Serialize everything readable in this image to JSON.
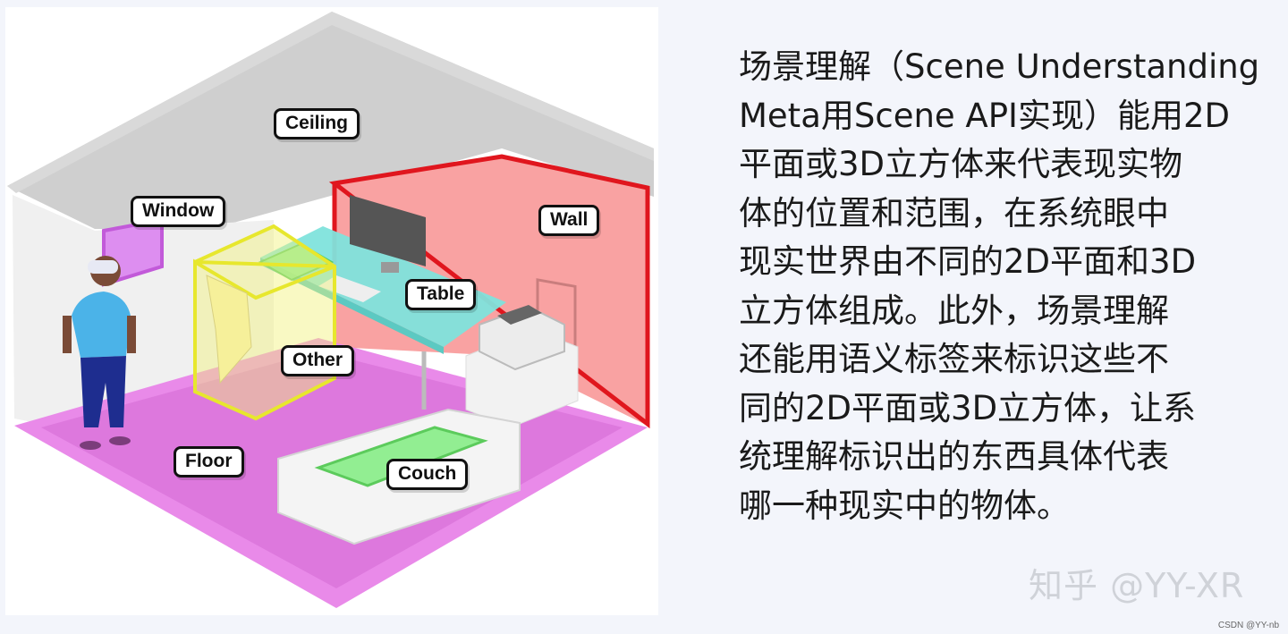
{
  "labels": {
    "ceiling": "Ceiling",
    "window": "Window",
    "wall": "Wall",
    "table": "Table",
    "other": "Other",
    "floor": "Floor",
    "couch": "Couch"
  },
  "description": "场景理解（Scene Understanding\nMeta用Scene API实现）能用2D\n平面或3D立方体来代表现实物\n体的位置和范围，在系统眼中\n现实世界由不同的2D平面和3D\n立方体组成。此外，场景理解\n还能用语义标签来标识这些不\n同的2D平面或3D立方体，让系\n统理解标识出的东西具体代表\n哪一种现实中的物体。",
  "watermark": "知乎 @YY-XR",
  "source_mark": "CSDN @YY-nb",
  "colors": {
    "floor": "#e98ae9",
    "wall": "#f9a2a2",
    "wall_edge": "#e0161e",
    "ceiling": "#cfcfcf",
    "table_top": "#7fe3dc",
    "other_box": "#f2f27a",
    "couch_plane": "#7fe07f",
    "window": "#dd8ef0"
  },
  "icons": [
    "person-with-headset-icon",
    "monitor-icon",
    "printer-icon",
    "chair-icon"
  ]
}
